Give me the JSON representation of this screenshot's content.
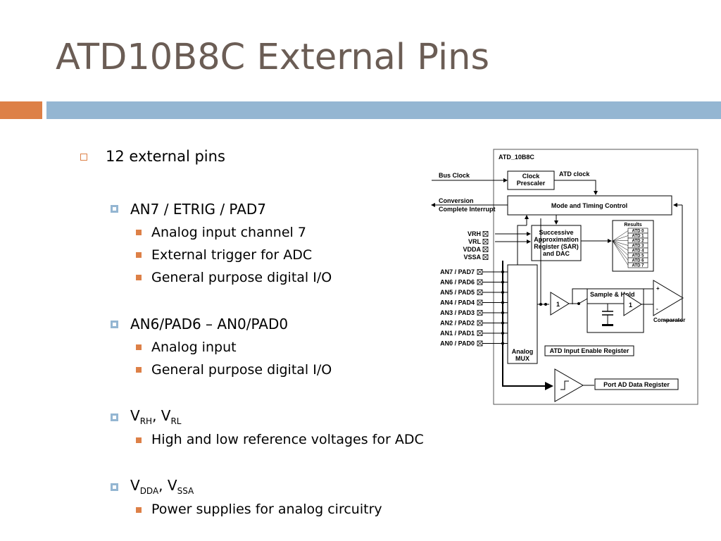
{
  "slide": {
    "title": "ATD10B8C External Pins",
    "bullets": {
      "b1": "12 external pins",
      "b1_1": "AN7 / ETRIG / PAD7",
      "b1_1_items": [
        "Analog input channel 7",
        "External trigger for ADC",
        "General purpose digital I/O"
      ],
      "b1_2": "AN6/PAD6 – AN0/PAD0",
      "b1_2_items": [
        "Analog input",
        "General purpose digital I/O"
      ],
      "vref": {
        "v": "V",
        "sub1": "RH",
        "sep": ", ",
        "sub2": "RL"
      },
      "vref_item": "High and low reference voltages for ADC",
      "vsup": {
        "v": "V",
        "sub1": "DDA",
        "sep": ", ",
        "sub2": "SSA"
      },
      "vsup_item": "Power supplies for analog circuitry"
    }
  },
  "diagram": {
    "module_name": "ATD_10B8C",
    "bus_clock": "Bus Clock",
    "clock_prescaler": [
      "Clock",
      "Prescaler"
    ],
    "atd_clock": "ATD clock",
    "conversion_interrupt": [
      "Conversion",
      "Complete Interrupt"
    ],
    "mode_timing": "Mode and Timing Control",
    "sar": [
      "Successive",
      "Approximation",
      "Register (SAR)",
      "and DAC"
    ],
    "results_label": "Results",
    "results": [
      "ATD 0",
      "ATD 1",
      "ATD 2",
      "ATD 3",
      "ATD 4",
      "ATD 5",
      "ATD 6",
      "ATD 7"
    ],
    "ref_pins": [
      "VRH",
      "VRL",
      "VDDA",
      "VSSA"
    ],
    "an_pins": [
      "AN7 / PAD7",
      "AN6 / PAD6",
      "AN5 / PAD5",
      "AN4 / PAD4",
      "AN3 / PAD3",
      "AN2 / PAD2",
      "AN1 / PAD1",
      "AN0 / PAD0"
    ],
    "analog_mux": [
      "Analog",
      "MUX"
    ],
    "buffer_gain": "1",
    "sample_hold": "Sample & Hold",
    "comparator": "Comparator",
    "atd_input_enable": "ATD Input Enable Register",
    "port_ad_data": "Port AD Data Register"
  }
}
